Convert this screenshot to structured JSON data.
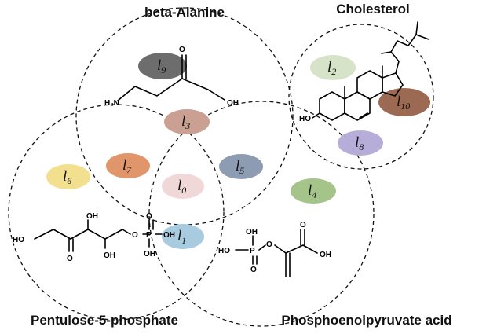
{
  "sets": {
    "beta_alanine": "beta-Alanine",
    "cholesterol": "Cholesterol",
    "pentulose": "Pentulose-5-phosphate",
    "pep": "Phosphoenolpyruvate acid"
  },
  "labels": [
    {
      "id": "l9",
      "main": "l",
      "sub": "9",
      "color": "#6d6d6d"
    },
    {
      "id": "l3",
      "main": "l",
      "sub": "3",
      "color": "#c9a092"
    },
    {
      "id": "l7",
      "main": "l",
      "sub": "7",
      "color": "#e0956a"
    },
    {
      "id": "l0",
      "main": "l",
      "sub": "0",
      "color": "#f1d8d8"
    },
    {
      "id": "l5",
      "main": "l",
      "sub": "5",
      "color": "#8e9cb3"
    },
    {
      "id": "l6",
      "main": "l",
      "sub": "6",
      "color": "#f3e08e"
    },
    {
      "id": "l1",
      "main": "l",
      "sub": "1",
      "color": "#a9cbe0"
    },
    {
      "id": "l4",
      "main": "l",
      "sub": "4",
      "color": "#a5c48a"
    },
    {
      "id": "l2",
      "main": "l",
      "sub": "2",
      "color": "#d6e3c9"
    },
    {
      "id": "l10",
      "main": "l",
      "sub": "10",
      "color": "#9c6a52"
    },
    {
      "id": "l8",
      "main": "l",
      "sub": "8",
      "color": "#b6aed8"
    }
  ],
  "atoms": {
    "amine": "H₂N",
    "oxygen": "O",
    "hydroxyl": "OH",
    "ho": "HO",
    "phosphorus": "P"
  }
}
